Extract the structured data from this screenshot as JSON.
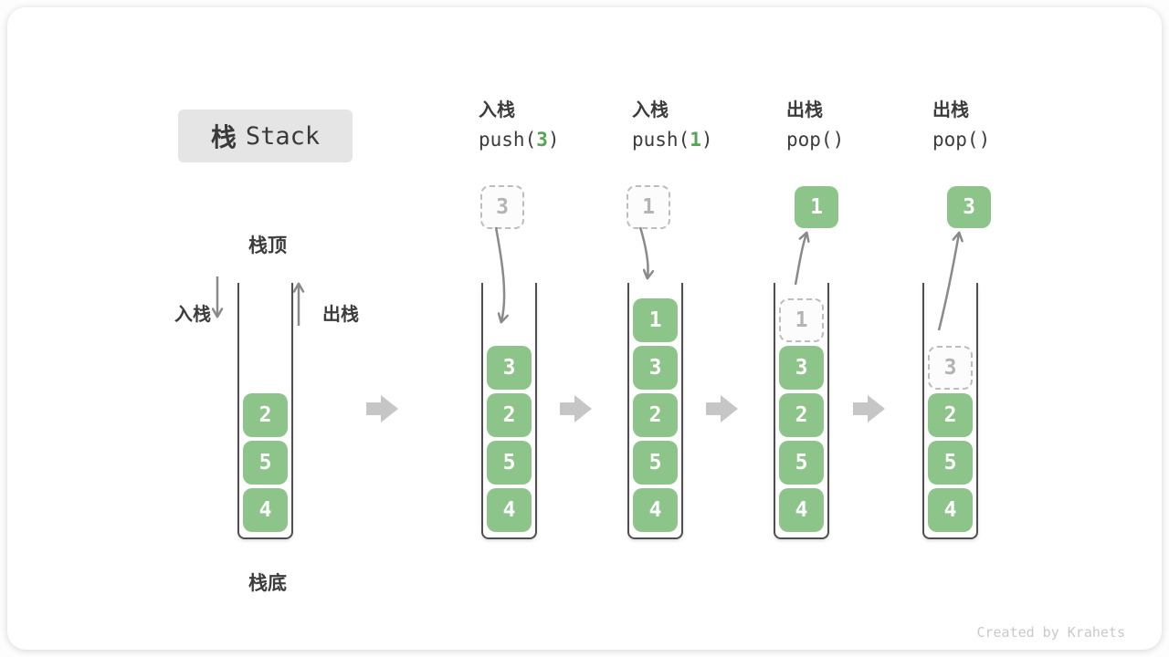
{
  "title": {
    "zh": "栈",
    "en": "Stack"
  },
  "labels": {
    "stack_top": "栈顶",
    "stack_bottom": "栈底",
    "push": "入栈",
    "pop": "出栈"
  },
  "operations": [
    {
      "zh": "入栈",
      "code_open": "push(",
      "code_arg": "3",
      "code_close": ")"
    },
    {
      "zh": "入栈",
      "code_open": "push(",
      "code_arg": "1",
      "code_close": ")"
    },
    {
      "zh": "出栈",
      "code_open": "pop(",
      "code_arg": "",
      "code_close": ")"
    },
    {
      "zh": "出栈",
      "code_open": "pop(",
      "code_arg": "",
      "code_close": ")"
    }
  ],
  "states": [
    {
      "cells": [
        "2",
        "5",
        "4"
      ]
    },
    {
      "float": "3",
      "cells": [
        "3",
        "2",
        "5",
        "4"
      ]
    },
    {
      "float": "1",
      "cells": [
        "1",
        "3",
        "2",
        "5",
        "4"
      ]
    },
    {
      "float": "1",
      "ghost": "1",
      "cells": [
        "3",
        "2",
        "5",
        "4"
      ]
    },
    {
      "float": "3",
      "ghost": "3",
      "cells": [
        "2",
        "5",
        "4"
      ]
    }
  ],
  "watermark": "Created by Krahets",
  "colors": {
    "item_green": "#8dc48a",
    "code_arg_green": "#56a456",
    "text_dark": "#3c3c3c",
    "ghost_gray": "#bdbdbd",
    "arrow_gray": "#8a8a8a",
    "flow_arrow_gray": "#c6c6c6",
    "title_bg": "#e5e5e5",
    "watermark_gray": "#c9c9c9"
  }
}
